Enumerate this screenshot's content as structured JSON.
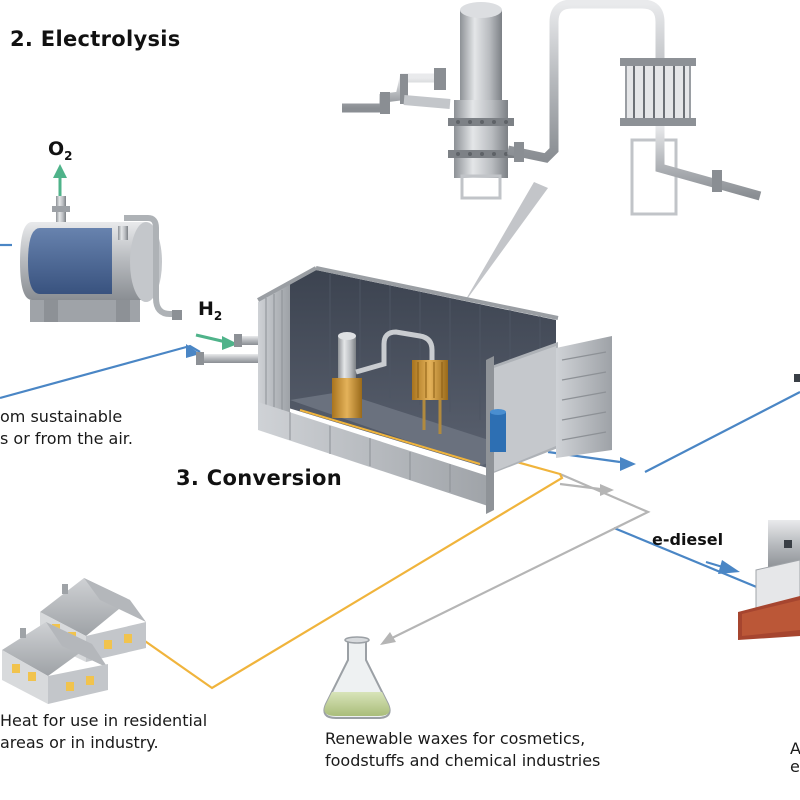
{
  "labels": {
    "electrolysis": "2. Electrolysis",
    "conversion": "3. Conversion",
    "o2_main": "O",
    "o2_sub": "2",
    "h2_main": "H",
    "h2_sub": "2",
    "ediesel": "e-diesel",
    "co2_line1": "om sustainable",
    "co2_line2": "s or from the air.",
    "heat_line1": "Heat for use in residential",
    "heat_line2": "areas or in industry.",
    "wax_line1": "Renewable waxes for cosmetics,",
    "wax_line2": "foodstuffs and chemical industries",
    "edge_line1": "A",
    "edge_line2": "e"
  },
  "colors": {
    "blue_flow": "#4a86c5",
    "gray_flow": "#b5b5b5",
    "orange_flow": "#f0b43c",
    "oxygen_arrow": "#4fb38a",
    "hydrogen_arrow": "#4fb38a"
  }
}
